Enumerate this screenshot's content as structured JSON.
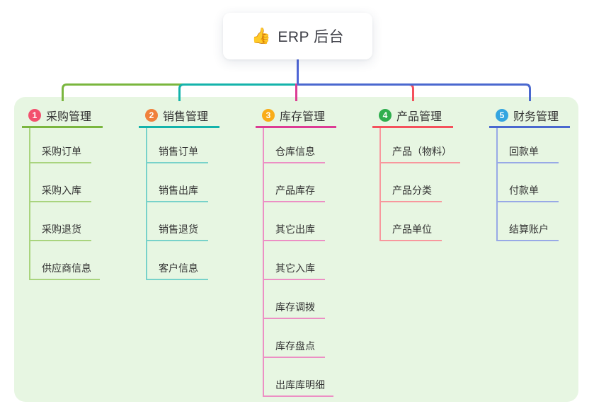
{
  "root": {
    "icon": "👍",
    "title": "ERP 后台",
    "stem_color": "#4f66d6"
  },
  "canvas": {
    "background": "#ffffff",
    "panel_color": "#e7f6e2"
  },
  "branches": [
    {
      "number": "1",
      "label": "采购管理",
      "color": "#7ab63e",
      "light_color": "#a9d47e",
      "badge_color": "#f3506e",
      "children": [
        "采购订单",
        "采购入库",
        "采购退货",
        "供应商信息"
      ]
    },
    {
      "number": "2",
      "label": "销售管理",
      "color": "#14b3ab",
      "light_color": "#78d2ca",
      "badge_color": "#f0813c",
      "children": [
        "销售订单",
        "销售出库",
        "销售退货",
        "客户信息"
      ]
    },
    {
      "number": "3",
      "label": "库存管理",
      "color": "#dc3c94",
      "light_color": "#ec8fc4",
      "badge_color": "#f9ac18",
      "children": [
        "仓库信息",
        "产品库存",
        "其它出库",
        "其它入库",
        "库存调拨",
        "库存盘点",
        "出库库明细"
      ]
    },
    {
      "number": "4",
      "label": "产品管理",
      "color": "#f4515c",
      "light_color": "#f8979d",
      "badge_color": "#2fae4e",
      "children": [
        "产品（物料）",
        "产品分类",
        "产品单位"
      ]
    },
    {
      "number": "5",
      "label": "财务管理",
      "color": "#4a68cf",
      "light_color": "#98a9e6",
      "badge_color": "#34a5e0",
      "children": [
        "回款单",
        "付款单",
        "结算账户"
      ]
    }
  ]
}
